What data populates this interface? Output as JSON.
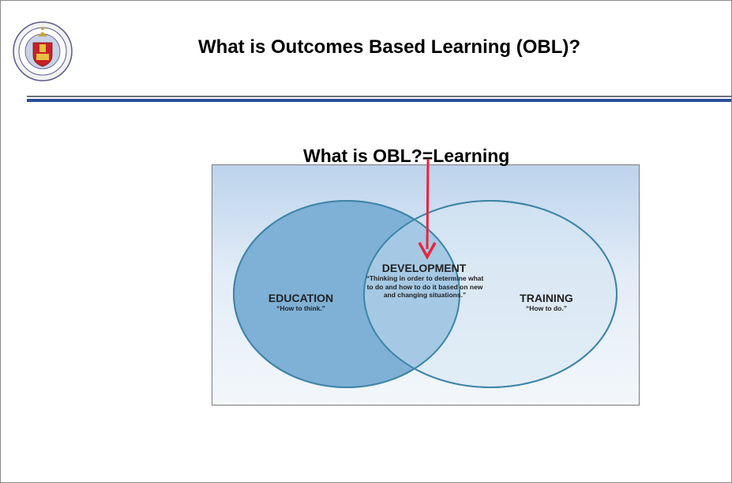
{
  "slide": {
    "title": "What is Outcomes Based Learning (OBL)?",
    "subtitle": "What is OBL?=Learning",
    "logo_icon": "training-and-education-command-seal-icon"
  },
  "diagram": {
    "education": {
      "label": "EDUCATION",
      "description": "“How to think.”"
    },
    "training": {
      "label": "TRAINING",
      "description": "“How to do.”"
    },
    "development": {
      "label": "DEVELOPMENT",
      "description": "“Thinking in order to determine what to do and how to do it based on new and changing situations.”"
    },
    "arrow_icon": "red-down-arrow-icon",
    "colors": {
      "arrow": "#e8243c",
      "circle_stroke": "#3f86a8",
      "education_fill": "#7fb0d6",
      "accent_rule": "#2b4e9a"
    }
  }
}
